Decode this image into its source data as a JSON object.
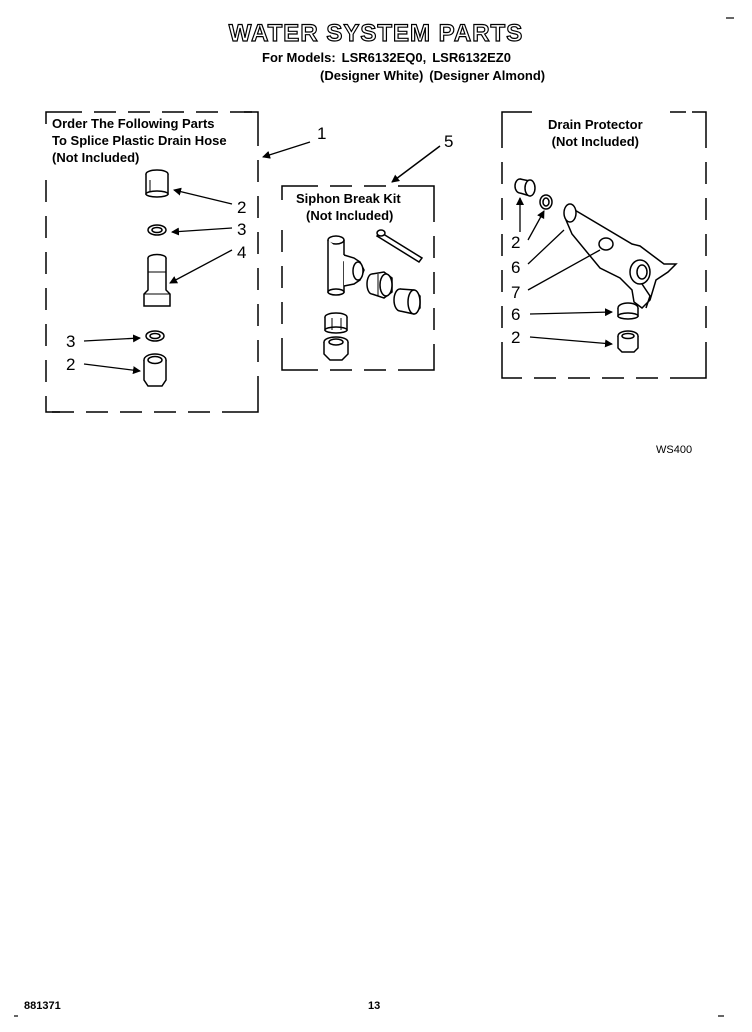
{
  "title": "WATER SYSTEM PARTS",
  "models": {
    "prefix": "For Models:",
    "model_1": "LSR6132EQ0,",
    "model_2": "LSR6132EZ0",
    "color_1": "(Designer White)",
    "color_2": "(Designer Almond)"
  },
  "groups": {
    "splice": {
      "line_1": "Order The Following Parts",
      "line_2": "To Splice Plastic Drain Hose",
      "line_3": "(Not Included)",
      "callout": "1"
    },
    "siphon": {
      "line_1": "Siphon Break Kit",
      "line_2": "(Not Included)",
      "callout": "5"
    },
    "drain": {
      "line_1": "Drain Protector",
      "line_2": "(Not Included)"
    }
  },
  "callouts": {
    "splice_2a": "2",
    "splice_3a": "3",
    "splice_4": "4",
    "splice_3b": "3",
    "splice_2b": "2",
    "drain_2a": "2",
    "drain_6a": "6",
    "drain_7": "7",
    "drain_6b": "6",
    "drain_2b": "2"
  },
  "diagram_code": "WS400",
  "footer": {
    "doc_number": "881371",
    "page_number": "13"
  }
}
